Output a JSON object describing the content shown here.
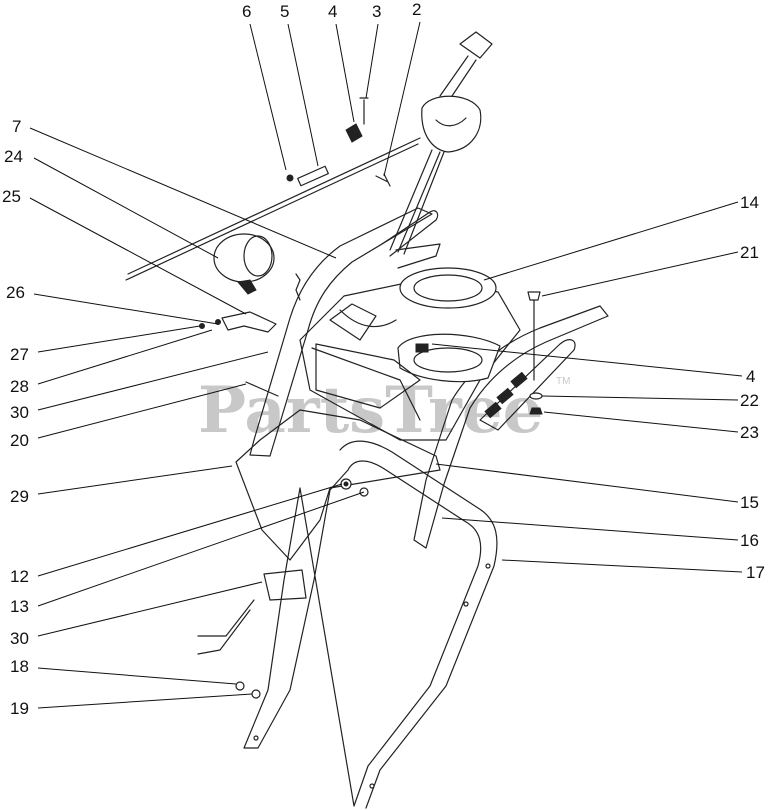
{
  "watermark": {
    "text": "PartsTree",
    "trademark": "TM"
  },
  "callouts": [
    {
      "id": "c6",
      "label": "6"
    },
    {
      "id": "c5",
      "label": "5"
    },
    {
      "id": "c4a",
      "label": "4"
    },
    {
      "id": "c3",
      "label": "3"
    },
    {
      "id": "c2",
      "label": "2"
    },
    {
      "id": "c7",
      "label": "7"
    },
    {
      "id": "c24",
      "label": "24"
    },
    {
      "id": "c25",
      "label": "25"
    },
    {
      "id": "c26",
      "label": "26"
    },
    {
      "id": "c27",
      "label": "27"
    },
    {
      "id": "c28",
      "label": "28"
    },
    {
      "id": "c30a",
      "label": "30"
    },
    {
      "id": "c20",
      "label": "20"
    },
    {
      "id": "c29",
      "label": "29"
    },
    {
      "id": "c12",
      "label": "12"
    },
    {
      "id": "c13",
      "label": "13"
    },
    {
      "id": "c30b",
      "label": "30"
    },
    {
      "id": "c18",
      "label": "18"
    },
    {
      "id": "c19",
      "label": "19"
    },
    {
      "id": "c14",
      "label": "14"
    },
    {
      "id": "c21",
      "label": "21"
    },
    {
      "id": "c4b",
      "label": "4"
    },
    {
      "id": "c22",
      "label": "22"
    },
    {
      "id": "c23",
      "label": "23"
    },
    {
      "id": "c15",
      "label": "15"
    },
    {
      "id": "c16",
      "label": "16"
    },
    {
      "id": "c17",
      "label": "17"
    }
  ]
}
